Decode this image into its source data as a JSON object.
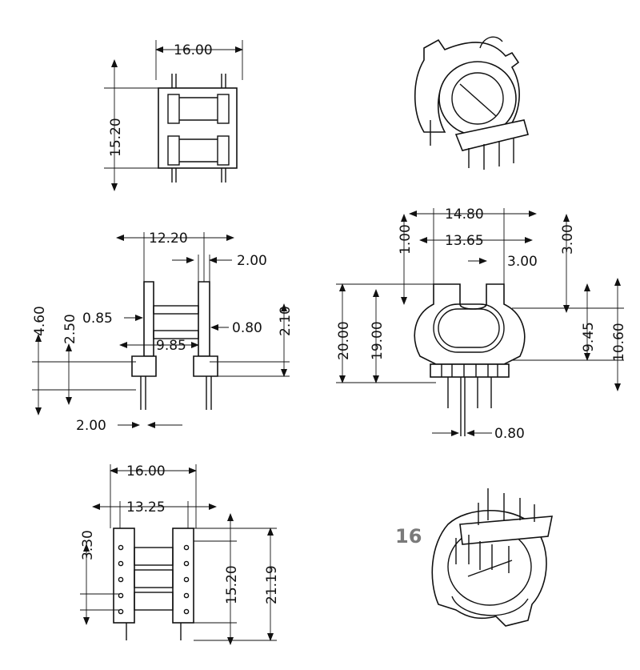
{
  "views": {
    "top_view": {
      "width": "16.00",
      "height": "15.20"
    },
    "side_view": {
      "overall": "12.20",
      "flange": "2.00",
      "left_height": "4.60",
      "base": "2.50",
      "wall": "0.85",
      "pin_gap": "0.80",
      "inner": "9.85",
      "right_height": "2.10",
      "pin_offset": "2.00"
    },
    "front_view": {
      "width": "14.80",
      "top_gap": "1.00",
      "inner": "13.65",
      "notch": "3.00",
      "notch_depth": "3.00",
      "h_total": "20.00",
      "h_core": "19.00",
      "h_a": "9.45",
      "h_b": "10.60",
      "pin": "0.80"
    },
    "bottom_view": {
      "width": "16.00",
      "pin_span": "13.25",
      "pitch": "3.30",
      "body": "15.20",
      "total": "21.19"
    }
  },
  "badge": {
    "number": "16"
  }
}
